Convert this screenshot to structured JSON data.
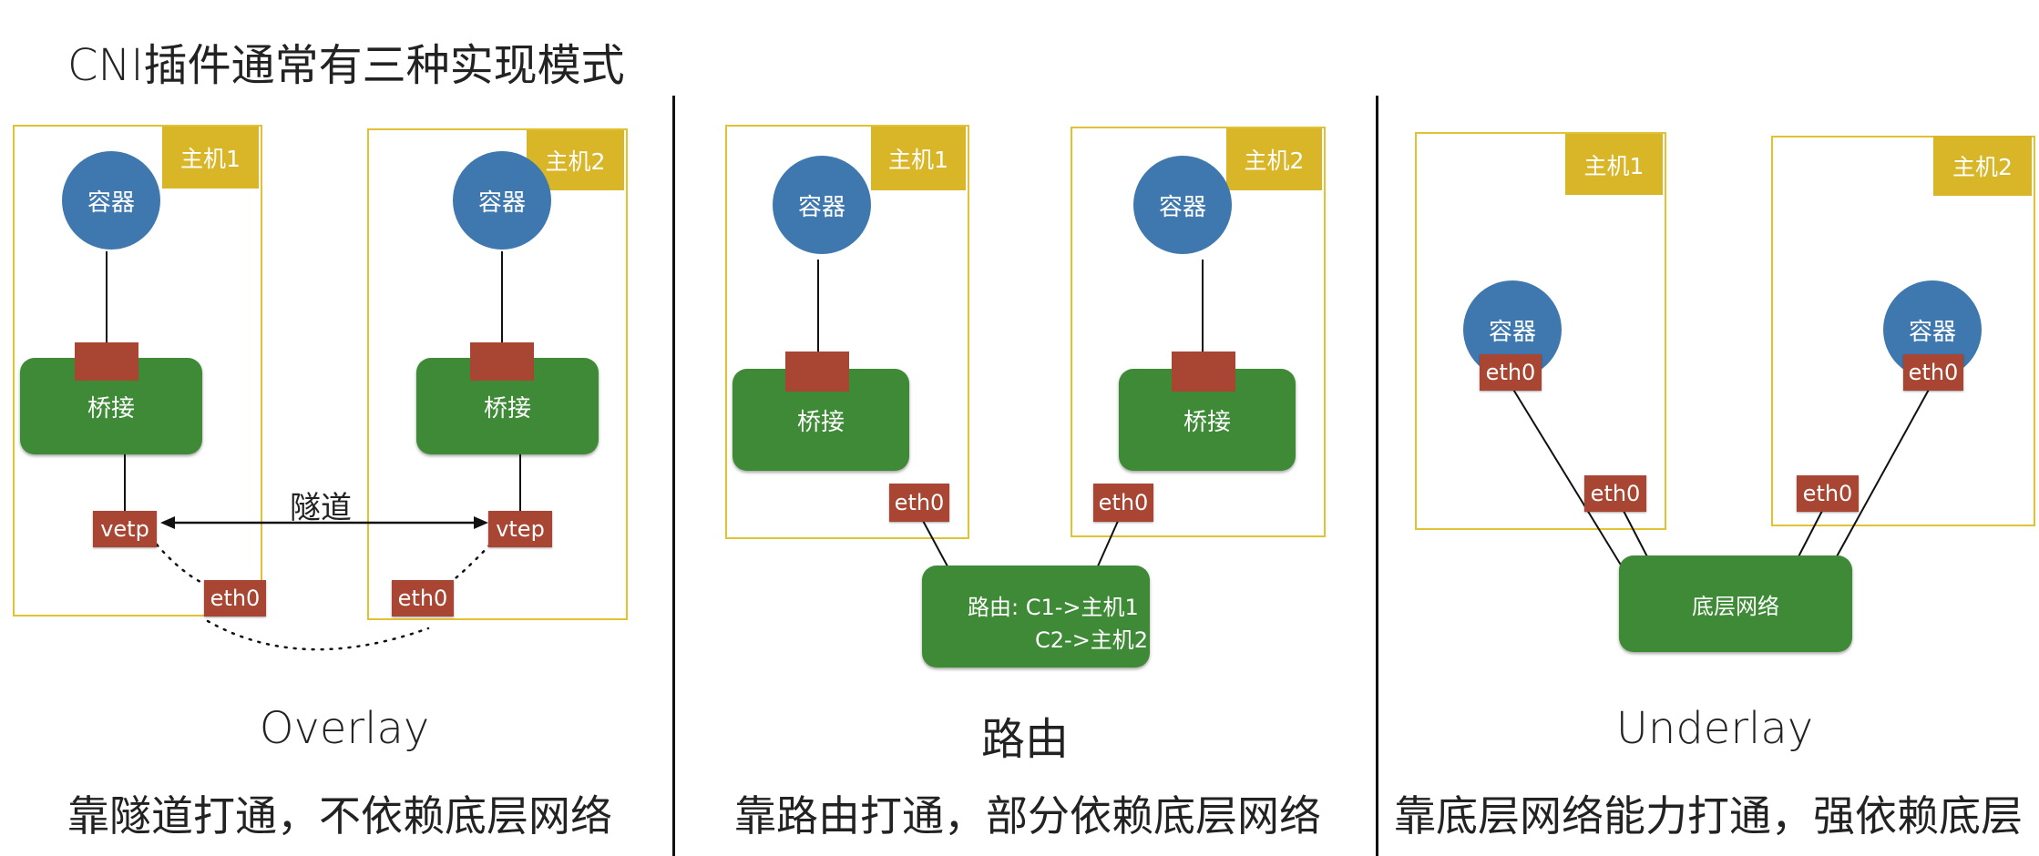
{
  "title": "CNI插件通常有三种实现模式",
  "labels": {
    "host1": "主机1",
    "host2": "主机2",
    "container": "容器",
    "bridge": "桥接",
    "eth0": "eth0"
  },
  "overlay": {
    "vetp": "vetp",
    "vtep": "vtep",
    "tunnel": "隧道",
    "name": "Overlay",
    "desc": "靠隧道打通，不依赖底层网络"
  },
  "routing": {
    "route_line1": "路由: C1->主机1",
    "route_line2": "C2->主机2",
    "name": "路由",
    "desc": "靠路由打通，部分依赖底层网络"
  },
  "underlay": {
    "network": "底层网络",
    "name": "Underlay",
    "desc": "靠底层网络能力打通，强依赖底层"
  },
  "colors": {
    "host_border": "#e0c233",
    "host_tag": "#d8b628",
    "container": "#3f78ae",
    "bridge": "#3e8a37",
    "port": "#a94533"
  }
}
